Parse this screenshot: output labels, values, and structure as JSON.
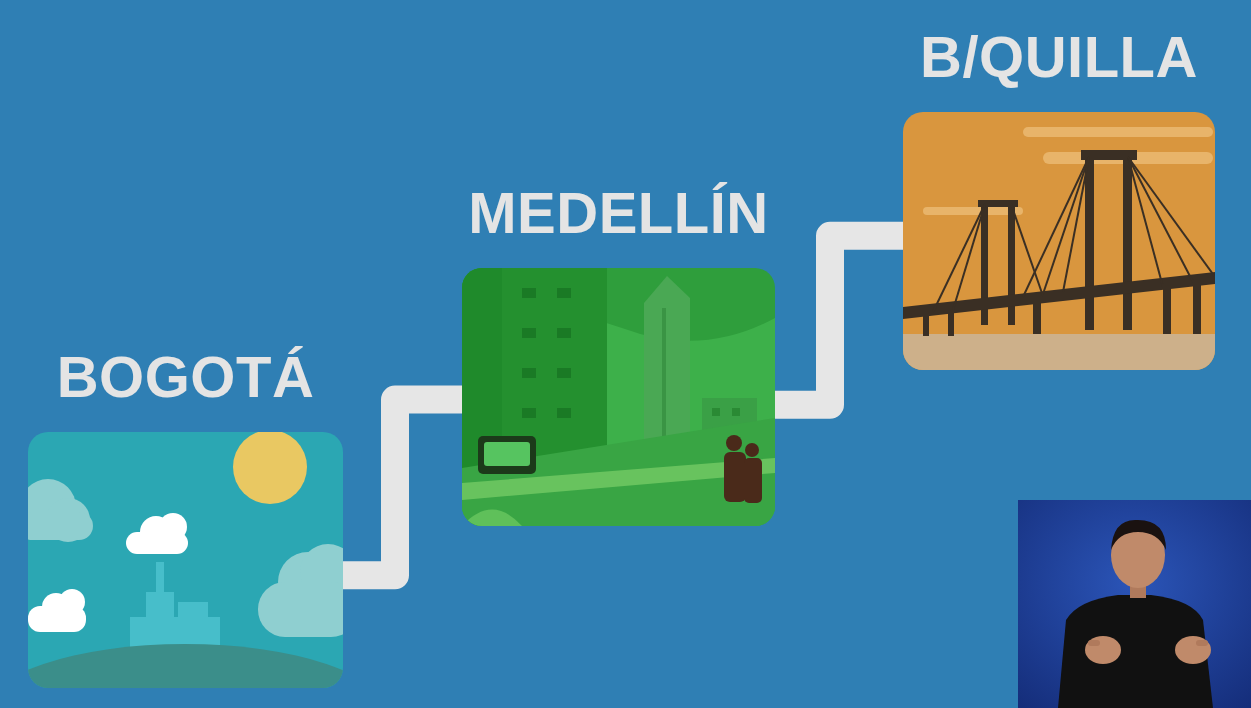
{
  "diagram": {
    "nodes": [
      {
        "text": [
          "BOGOTÁ"
        ]
      },
      {
        "text": [
          "MEDELLÍN"
        ]
      },
      {
        "text": [
          "B/QUILLA"
        ]
      }
    ],
    "edges": [
      {
        "from": 0,
        "to": 1,
        "arrow": "none"
      },
      {
        "from": 1,
        "to": 2,
        "arrow": "none"
      }
    ]
  }
}
